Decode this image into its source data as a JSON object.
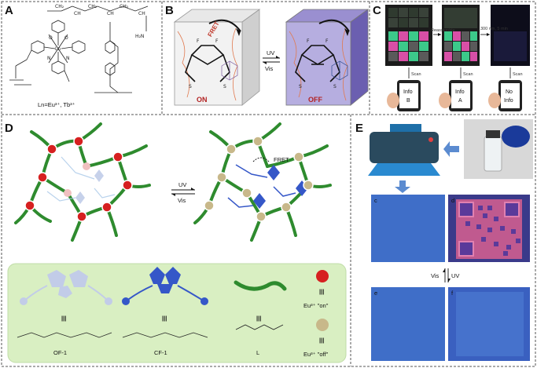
{
  "panels": {
    "A": {
      "label": "A",
      "formula_label": "Ln=Eu³⁺, Tb³⁺",
      "polymer_terms": [
        "CH₂",
        "CH",
        "CH₂",
        "CH",
        "CH₂",
        "CH"
      ],
      "amide": "H₂N",
      "atoms": [
        "N",
        "N",
        "O",
        "O",
        "Eu",
        "Ln"
      ]
    },
    "B": {
      "label": "B",
      "fret": "FRET",
      "uv": "UV",
      "vis": "Vis",
      "on": "ON",
      "off": "OFF",
      "f_atom": "F",
      "s_atom": "S"
    },
    "C": {
      "label": "C",
      "arrow1": "Reassemble",
      "arrow2": "300 nm, 5 min",
      "scan": "Scan",
      "phones": [
        {
          "line1": "Info",
          "line2": "B"
        },
        {
          "line1": "Info",
          "line2": "A"
        },
        {
          "line1": "No",
          "line2": "Info"
        }
      ]
    },
    "D": {
      "label": "D",
      "uv": "UV",
      "vis": "Vis",
      "fret": "FRET",
      "legend": {
        "equiv": "|||",
        "of1": "OF-1",
        "cf1": "CF-1",
        "l": "L",
        "eu_on": "Eu³⁺ \"on\"",
        "eu_off": "Eu³⁺ \"off\""
      }
    },
    "E": {
      "label": "E",
      "sub": [
        "c",
        "d",
        "e",
        "f"
      ],
      "vis": "Vis",
      "uv": "UV"
    }
  },
  "colors": {
    "eu_on": "#d62020",
    "eu_off": "#c8b88a",
    "ligand_green": "#2e8b2e",
    "cf_blue": "#3557c8",
    "legend_bg": "#d9efc2",
    "paper_blue": "#3f6ec8",
    "qr_pink": "#c05a8f",
    "fret_red": "#c0392b"
  }
}
